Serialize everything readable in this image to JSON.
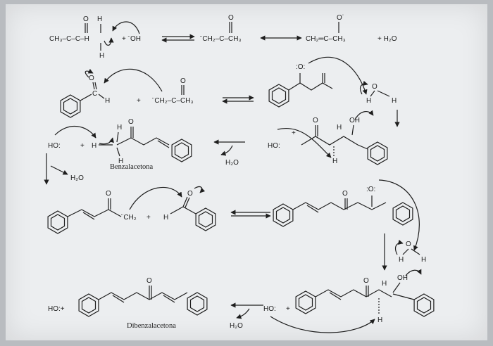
{
  "reactants": {
    "acetone_left": "CH₃–C–C–H",
    "acetone_o": "O",
    "acetone_h_top": "H",
    "acetone_h_bottom": "H",
    "hydroxide": "+ ¨OH",
    "water_top": "+ H₂O"
  },
  "enolate": {
    "carbanion": "¨CH₂–C–CH₃",
    "enolate_form": "CH₂═C–CH₃",
    "o": "O",
    "o_minus": "O˙"
  },
  "step2": {
    "aldehyde_ch": "C",
    "aldehyde_h": "H",
    "plus": "+",
    "carbanion2": "¨CH₂–C–CH₃",
    "o": "O",
    "adduct_o": ":O:",
    "water_o": "O",
    "water_h": "H",
    "water_h2": "H"
  },
  "step3": {
    "hydroxide_left": "HO:",
    "plus_left": "+",
    "h_left": "H",
    "h_a": "H",
    "h_b": "H",
    "carbonyl_o": "O",
    "product_label": "Benzalacetona",
    "water_mid": "H₂O",
    "hydroxide_mid": "HO:",
    "plus_mid": "+",
    "oh_label": "OH",
    "h_c": "H",
    "h_d": "H",
    "carbonyl_o2": "O"
  },
  "step4": {
    "water_left": "H₂O",
    "o_label": "O",
    "ch2": "¨CH₂",
    "plus": "+",
    "h": "H",
    "o_ald": "O",
    "o_right": "O",
    "o_alk": ":O:",
    "water2_o": "O",
    "water2_h": "H",
    "water2_h2": "H"
  },
  "step5": {
    "hydroxide_left": "HO:+",
    "carbonyl_o": "O",
    "product_label": "Dibenzalacetona",
    "hydroxide_mid": "HO:",
    "plus_mid": "+",
    "water_mid": "H₂O",
    "o_label": "O",
    "oh_label": "OH",
    "h_a": "H",
    "h_b": "H"
  }
}
